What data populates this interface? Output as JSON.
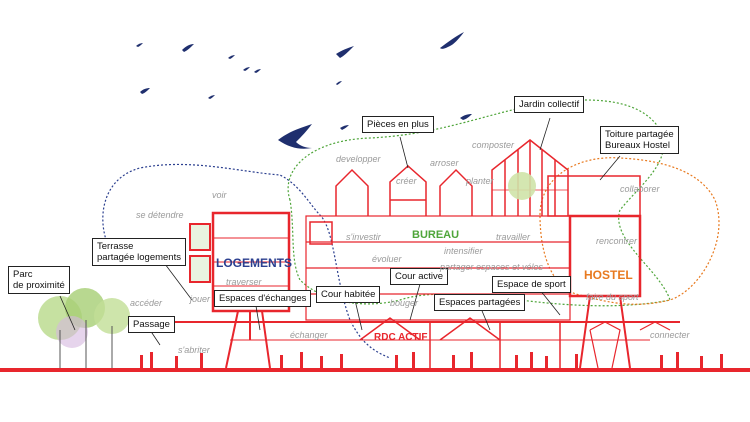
{
  "colors": {
    "structure": "#e8262d",
    "blue_zone": "#2b3f8f",
    "green_zone": "#4fa53a",
    "orange_zone": "#e87a20",
    "birds": "#1f2f6e",
    "verbs": "#9a9a9a"
  },
  "zones": {
    "logements": "LOGEMENTS",
    "bureau": "BUREAU",
    "hostel": "HOSTEL",
    "rdc": "RDC ACTIF"
  },
  "callouts": {
    "parc": [
      "Parc",
      "de proximité"
    ],
    "terrasse": [
      "Terrasse",
      "partagée logements"
    ],
    "passage": [
      "Passage"
    ],
    "espaces_echanges": [
      "Espaces d'échanges"
    ],
    "cour_habitee": [
      "Cour habitée"
    ],
    "cour_active": [
      "Cour active"
    ],
    "espaces_partages": [
      "Espaces partagées"
    ],
    "espace_sport": [
      "Espace de sport"
    ],
    "pieces": [
      "Pièces en plus"
    ],
    "jardin": [
      "Jardin collectif"
    ],
    "toiture": [
      "Toiture partagée",
      "Bureaux Hostel"
    ]
  },
  "verbs": {
    "developper": "developper",
    "arroser": "arroser",
    "composter": "composter",
    "creer": "créer",
    "planter": "planter",
    "collaborer": "collaborer",
    "voir": "voir",
    "se_detendre": "se détendre",
    "s_investir": "s'investir",
    "intensifier": "intensifier",
    "travailler": "travailler",
    "rencontrer": "rencontrer",
    "evoluer": "évoluer",
    "partager": "partager espaces et vélos",
    "traverser": "traverser",
    "jouer": "jouer",
    "acceder": "accéder",
    "faire_sport": "faire du sport",
    "bouger": "bouger",
    "echanger": "échanger",
    "s_abriter": "s'abriter",
    "connecter": "connecter"
  }
}
